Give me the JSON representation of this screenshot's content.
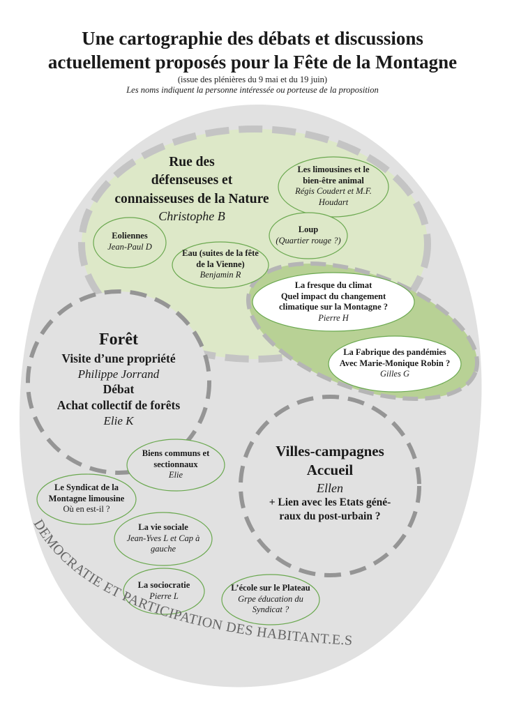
{
  "title_line1": "Une cartographie des débats et discussions",
  "title_line2": "actuellement proposés pour la Fête de la Montagne",
  "subtitle": "(issue des plénières du 9 mai et du 19 juin)",
  "note": "Les noms indiquent la personne intéressée ou porteuse de la proposition",
  "curved_label": "DEMOCRATIE ET PARTICIPATION DES HABITANT.E.S",
  "colors": {
    "outer": "#e1e1e1",
    "nature": "#dde8c8",
    "climat": "#b8d195",
    "dash": "#9a9a9a",
    "bubble_border": "#6aa84f"
  },
  "nature": {
    "title_l1": "Rue des",
    "title_l2": "défenseuses et",
    "title_l3": "connaisseuses de la Nature",
    "name": "Christophe B"
  },
  "foret": {
    "title": "Forêt",
    "l1": "Visite d’une propriété",
    "n1": "Philippe Jorrand",
    "l2": "Débat",
    "l3": "Achat collectif de forêts",
    "n2": "Elie K"
  },
  "villes": {
    "t1": "Villes-campagnes",
    "t2": "Accueil",
    "name": "Ellen",
    "l1": "+ Lien avec les Etats géné-",
    "l2": "raux du post-urbain ?"
  },
  "bubbles": {
    "limousines": {
      "t1": "Les limousines et le",
      "t2": "bien-être animal",
      "n1": "Régis Coudert et M.F.",
      "n2": "Houdart"
    },
    "eoliennes": {
      "t1": "Eoliennes",
      "n1": "Jean-Paul D"
    },
    "loup": {
      "t1": "Loup",
      "n1": "(Quartier rouge ?)"
    },
    "eau": {
      "t1": "Eau (suites de la fête",
      "t2": "de la Vienne)",
      "n1": "Benjamin R"
    },
    "fresque": {
      "t1": "La fresque du climat",
      "t2": "Quel impact du changement",
      "t3": "climatique sur la Montagne ?",
      "n1": "Pierre H"
    },
    "pandemies": {
      "t1": "La Fabrique des pandémies",
      "t2": "Avec Marie-Monique Robin ?",
      "n1": "Gilles G"
    },
    "biens": {
      "t1": "Biens communs et",
      "t2": "sectionnaux",
      "n1": "Elie"
    },
    "syndicat": {
      "t1": "Le Syndicat de la",
      "t2": "Montagne limousine",
      "n1": "Où en est-il ?"
    },
    "vie": {
      "t1": "La vie sociale",
      "n1": "Jean-Yves L et Cap à",
      "n2": "gauche"
    },
    "socio": {
      "t1": "La sociocratie",
      "n1": "Pierre L"
    },
    "ecole": {
      "t1": "L’école sur le Plateau",
      "n1": "Grpe éducation du",
      "n2": "Syndicat ?"
    }
  }
}
